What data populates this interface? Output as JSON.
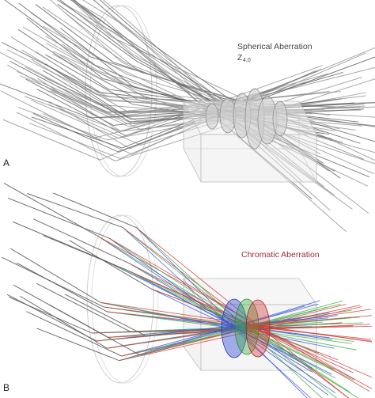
{
  "panel_a": {
    "letter": "A",
    "title": "Spherical Aberration",
    "subtitle_symbol": "Z",
    "subtitle_index": "4,0"
  },
  "panel_b": {
    "letter": "B",
    "title": "Chromatic Aberration"
  },
  "colors": {
    "ray_gray": "#8a8a8a",
    "ray_dark": "#555555",
    "box_stroke": "#b8b8b8",
    "box_fill": "#e9e9e9",
    "lens_fill": "#cfcfcf",
    "title_b": "#9b2c3a",
    "blue": "#3a55d8",
    "green": "#3fae3f",
    "red": "#d23a3a"
  },
  "legend_colors": [
    "blue",
    "green",
    "red"
  ]
}
